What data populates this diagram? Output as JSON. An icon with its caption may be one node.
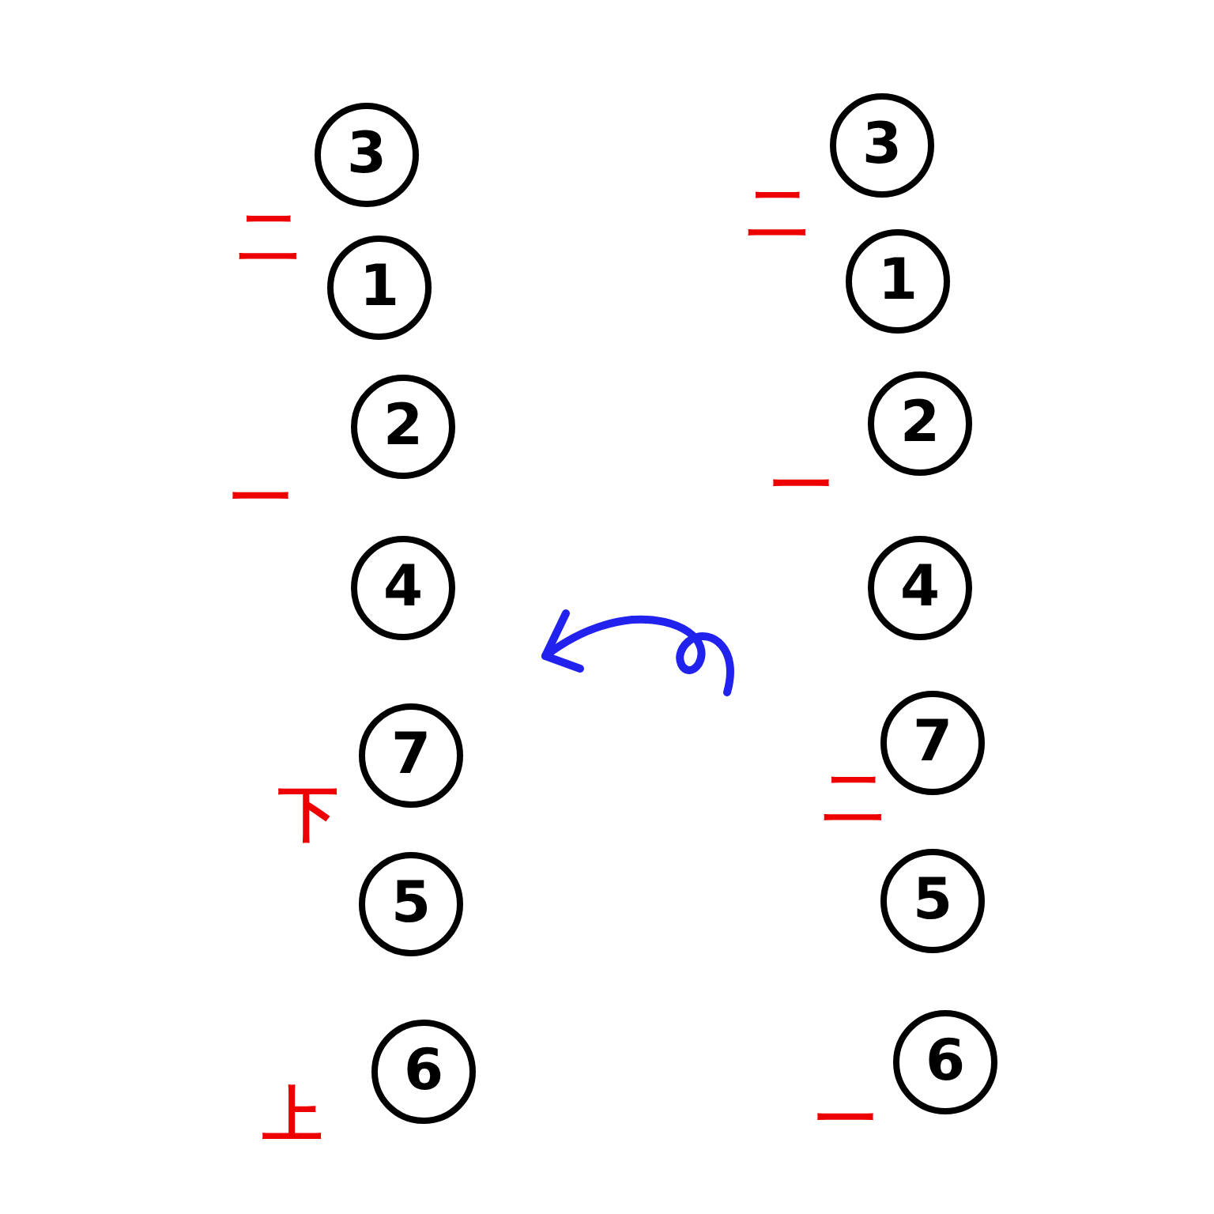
{
  "diagram": {
    "nodes": [
      {
        "text": [
          "3"
        ]
      },
      {
        "text": [
          "1"
        ]
      },
      {
        "text": [
          "2"
        ]
      },
      {
        "text": [
          "4"
        ]
      },
      {
        "text": [
          "7"
        ]
      },
      {
        "text": [
          "5"
        ]
      },
      {
        "text": [
          "6"
        ]
      },
      {
        "text": [
          "3"
        ]
      },
      {
        "text": [
          "1"
        ]
      },
      {
        "text": [
          "2"
        ]
      },
      {
        "text": [
          "4"
        ]
      },
      {
        "text": [
          "7"
        ]
      },
      {
        "text": [
          "5"
        ]
      },
      {
        "text": [
          "6"
        ]
      }
    ],
    "edges": [],
    "labels": [
      "二",
      "二",
      "一",
      "一",
      "下",
      "二",
      "上",
      "一"
    ]
  }
}
